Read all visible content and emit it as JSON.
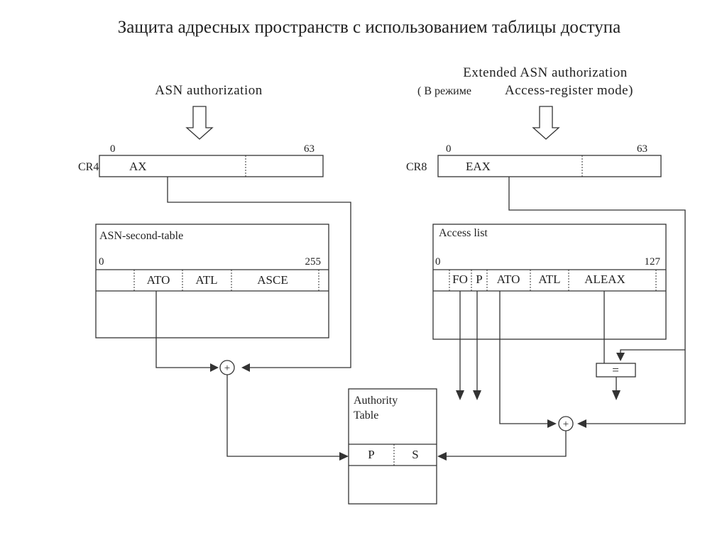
{
  "title": "Защита адресных пространств с использованием таблицы доступа",
  "left": {
    "heading": "ASN authorization",
    "register": {
      "name": "CR4",
      "bit_start": "0",
      "bit_end": "63",
      "field": "AX"
    },
    "table": {
      "label": "ASN-second-table",
      "bit_start": "0",
      "bit_end": "255",
      "fields": [
        "ATO",
        "ATL",
        "ASCE"
      ]
    }
  },
  "right": {
    "heading_line1": "Extended ASN authorization",
    "heading_line2_prefix": "( В режиме",
    "heading_line2_suffix": "Access-register mode)",
    "register": {
      "name": "CR8",
      "bit_start": "0",
      "bit_end": "63",
      "field": "EAX"
    },
    "table": {
      "label": "Access list",
      "bit_start": "0",
      "bit_end": "127",
      "fields": [
        "FO",
        "P",
        "ATO",
        "ATL",
        "ALEAX"
      ]
    }
  },
  "adder_symbol": "+",
  "compare_symbol": "=",
  "authority": {
    "label_line1": "Authority",
    "label_line2": "Table",
    "fields": [
      "P",
      "S"
    ]
  },
  "icons": {
    "arrow_down_hollow": "hollow-down-arrow-icon",
    "adder": "plus-circle-icon"
  }
}
